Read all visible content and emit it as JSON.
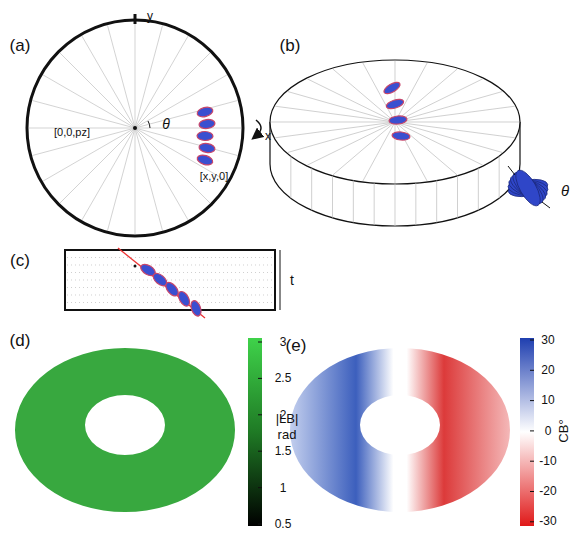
{
  "diagram": {
    "labels": [
      "(a)",
      "y",
      "[0,0,pz]",
      "θ",
      "[x,y,0]",
      "x",
      "(b)",
      "θ",
      "(c)",
      "t",
      "(d)",
      "3",
      "2.5",
      "2",
      "1.5",
      "1",
      "0.5",
      "|LB|",
      "rad",
      "(e)",
      "30",
      "20",
      "10",
      "0",
      "-10",
      "-20",
      "-30",
      "CB°"
    ]
  }
}
